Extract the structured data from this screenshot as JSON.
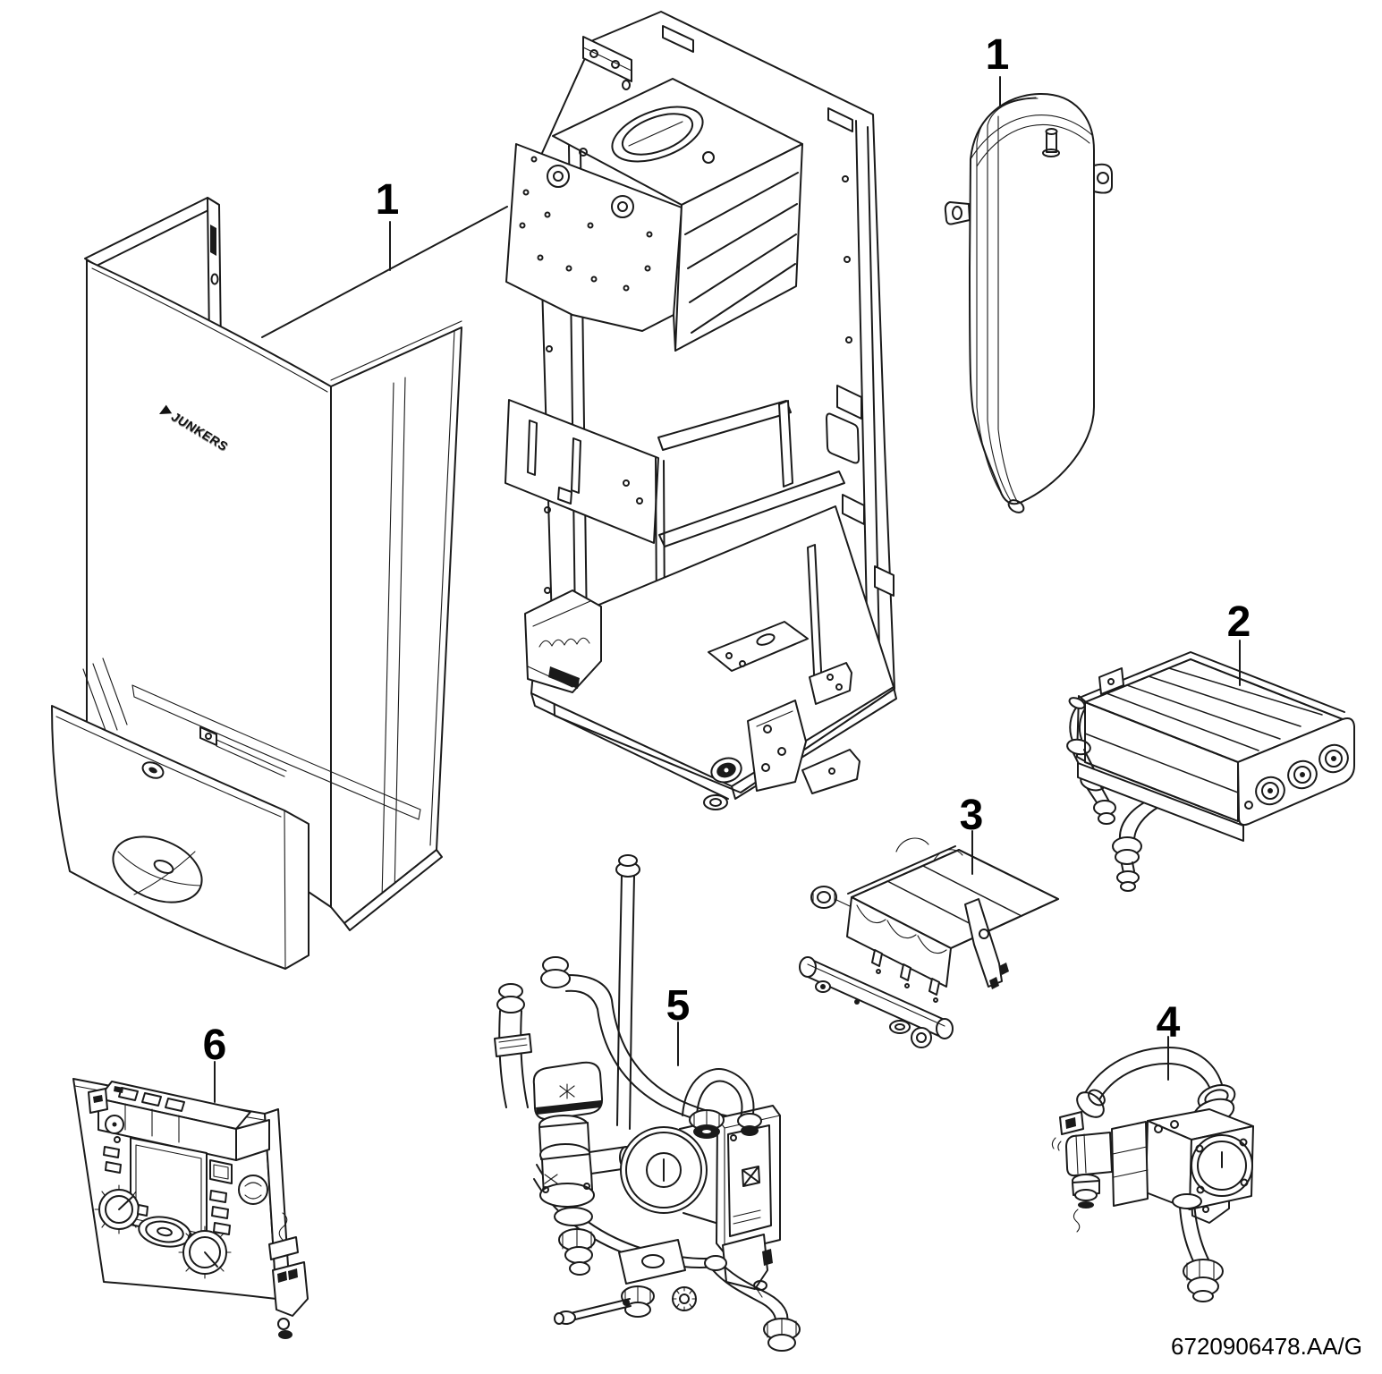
{
  "diagram": {
    "doc_code": "6720906478.AA/G",
    "brand_logo": "JUNKERS",
    "background_color": "#ffffff",
    "line_color": "#1a1a1a"
  },
  "callouts": [
    {
      "label": "1",
      "target": "outer-casing-and-chassis"
    },
    {
      "label": "1",
      "target": "expansion-vessel"
    },
    {
      "label": "2",
      "target": "heat-exchanger"
    },
    {
      "label": "3",
      "target": "burner"
    },
    {
      "label": "4",
      "target": "gas-valve"
    },
    {
      "label": "5",
      "target": "hydraulic-unit-pump"
    },
    {
      "label": "6",
      "target": "control-panel"
    }
  ]
}
